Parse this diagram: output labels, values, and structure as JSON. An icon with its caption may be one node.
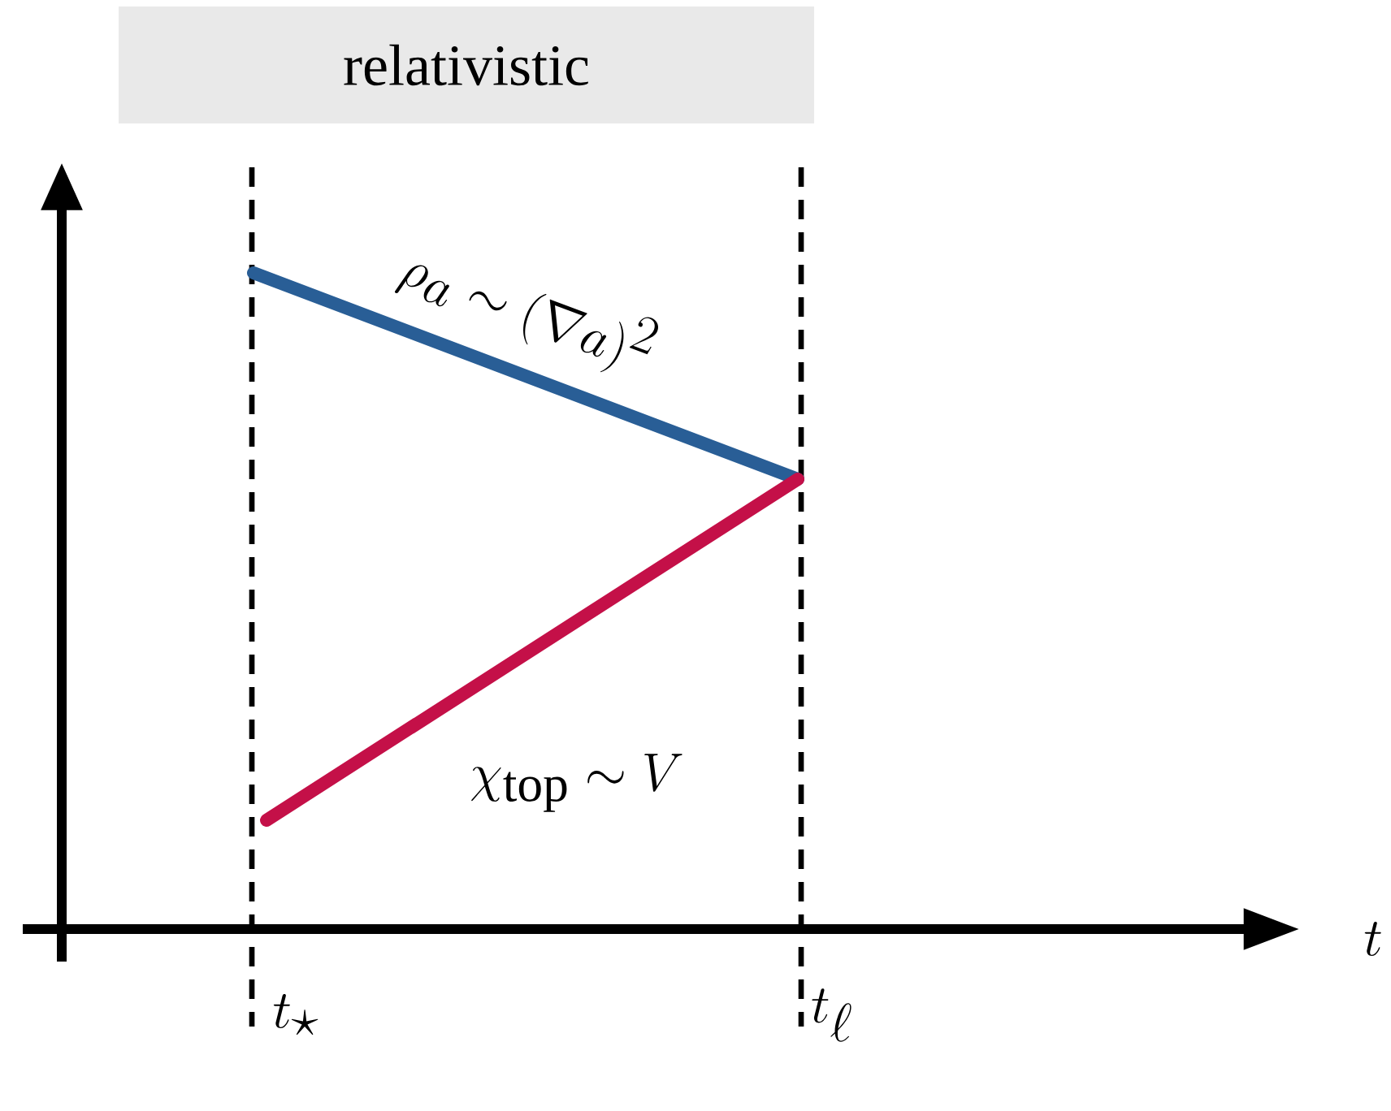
{
  "diagram": {
    "nodes": [
      {
        "text": [
          "relativistic"
        ]
      }
    ],
    "labels": [
      "\\rho_a \\sim (\\nabla a)^2",
      "\\chi_{\\mathrm{top}} \\sim V",
      "t",
      "t_\\star",
      "t_\\ell"
    ]
  }
}
